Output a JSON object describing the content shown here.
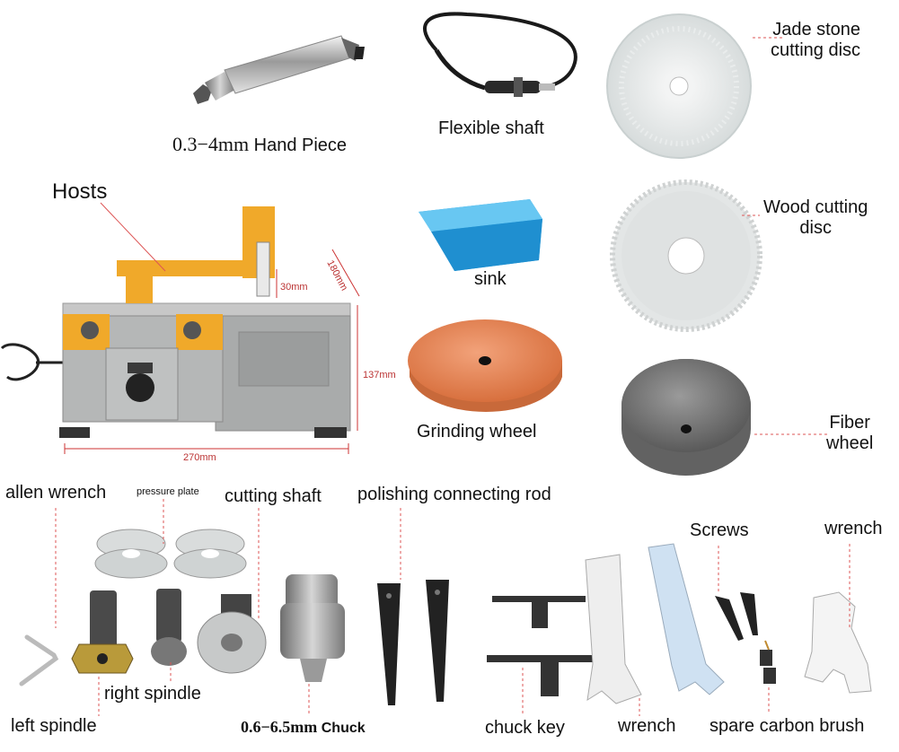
{
  "labels": {
    "hand_piece_size": "0.3−4mm",
    "hand_piece": "Hand Piece",
    "flexible_shaft": "Flexible shaft",
    "jade_disc_line1": "Jade stone",
    "jade_disc_line2": "cutting disc",
    "hosts": "Hosts",
    "sink": "sink",
    "wood_disc_line1": "Wood cutting",
    "wood_disc_line2": "disc",
    "grinding_wheel": "Grinding wheel",
    "fiber_wheel_line1": "Fiber",
    "fiber_wheel_line2": "wheel",
    "allen_wrench": "allen wrench",
    "pressure_plate": "pressure plate",
    "cutting_shaft": "cutting shaft",
    "polishing_rod": "polishing connecting rod",
    "screws": "Screws",
    "wrench_right": "wrench",
    "right_spindle": "right spindle",
    "left_spindle": "left spindle",
    "chuck_size": "0.6−6.5mm",
    "chuck": "Chuck",
    "chuck_key": "chuck key",
    "wrench_bottom": "wrench",
    "carbon_brush": "spare carbon brush"
  },
  "dimensions": {
    "blade_height": "30mm",
    "depth": "180mm",
    "height": "137mm",
    "width": "270mm"
  },
  "colors": {
    "accent_orange": "#f0a92a",
    "machine_gray": "#a9abab",
    "sink_blue": "#2fa9e6",
    "grinding_orange": "#e88a5c",
    "leader_red": "#d55555"
  }
}
